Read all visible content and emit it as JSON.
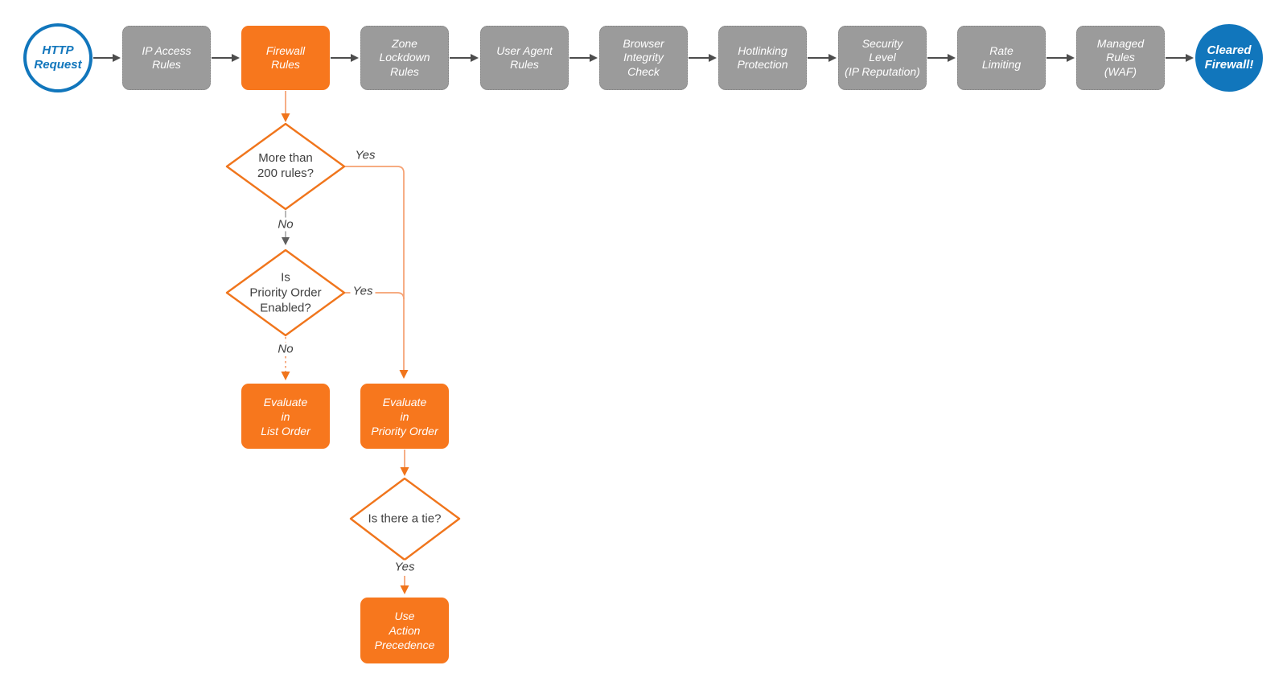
{
  "diagram_title": "HTTP request firewall evaluation flowchart",
  "colors": {
    "orange_fill": "#F7771D",
    "orange_stroke": "#F0751C",
    "orange_line": "#F5A071",
    "blue": "#1176BC",
    "gray_fill": "#9B9B9B",
    "arrow_dark": "#4D4D4D",
    "text_dark": "#3F3F3F"
  },
  "nodes": {
    "http_request": {
      "label": "HTTP\nRequest"
    },
    "ip_access": {
      "label": "IP Access\nRules"
    },
    "firewall": {
      "label": "Firewall\nRules"
    },
    "zone_lockdown": {
      "label": "Zone\nLockdown\nRules"
    },
    "user_agent": {
      "label": "User Agent\nRules"
    },
    "browser_integrity": {
      "label": "Browser\nIntegrity\nCheck"
    },
    "hotlinking": {
      "label": "Hotlinking\nProtection"
    },
    "security_level": {
      "label": "Security\nLevel\n(IP Reputation)"
    },
    "rate_limiting": {
      "label": "Rate\nLimiting"
    },
    "managed_rules": {
      "label": "Managed\nRules\n(WAF)"
    },
    "cleared_firewall": {
      "label": "Cleared\nFirewall!"
    },
    "decision_rule_count": {
      "label": "More than\n200 rules?"
    },
    "decision_priority_order": {
      "label": "Is\nPriority Order\nEnabled?"
    },
    "decision_tie": {
      "label": "Is there a tie?"
    },
    "evaluate_list_order": {
      "label": "Evaluate\nin\nList Order"
    },
    "evaluate_priority_order": {
      "label": "Evaluate\nin\nPriority Order"
    },
    "use_action_precedence": {
      "label": "Use\nAction\nPrecedence"
    }
  },
  "edge_labels": {
    "yes_rule_count": "Yes",
    "no_rule_count": "No",
    "yes_priority": "Yes",
    "no_priority": "No",
    "yes_tie": "Yes"
  }
}
